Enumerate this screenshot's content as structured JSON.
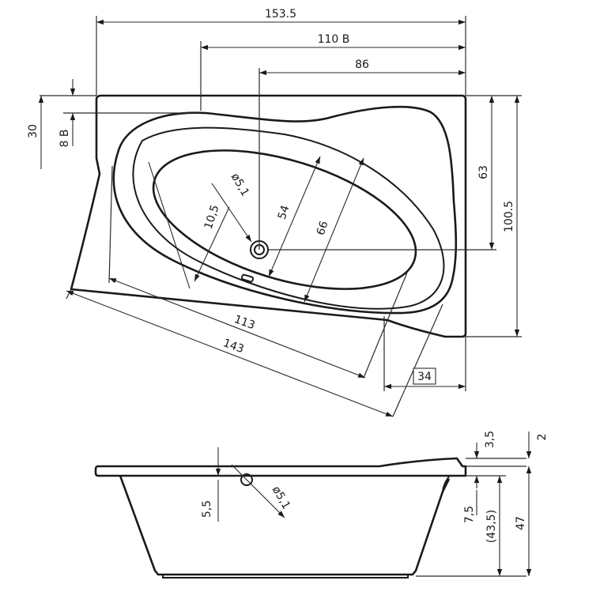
{
  "top_view": {
    "dims": {
      "overall_width": "153.5",
      "inner_width_b": "110 B",
      "drain_offset": "86",
      "top_offset": "30",
      "rim_b": "8 B",
      "depth_to_drain": "63",
      "overall_depth": "100.5",
      "drain_diameter": "ø5,1",
      "small_offset": "10,5",
      "inner_basin_width": "54",
      "outer_basin_width": "66",
      "inner_length": "113",
      "outer_length": "143",
      "corner_offset": "34"
    }
  },
  "side_view": {
    "dims": {
      "drain_height": "5,5",
      "drain_diameter": "ø5,1",
      "rim_3_5": "3,5",
      "rim_2": "2",
      "overflow_7_5": "7,5",
      "inner_depth": "(43,5)",
      "overall_height": "47"
    }
  }
}
